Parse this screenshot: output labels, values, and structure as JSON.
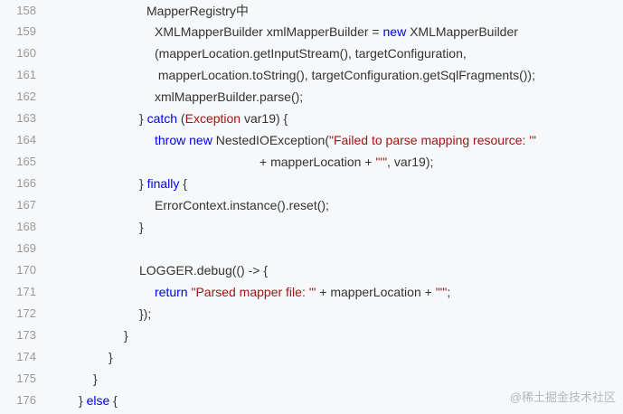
{
  "lines": [
    {
      "num": "158",
      "tokens": [
        {
          "type": "plain",
          "text": "MapperRegistry中"
        }
      ]
    },
    {
      "num": "159",
      "tokens": [
        {
          "type": "plain",
          "text": "XMLMapperBuilder xmlMapperBuilder = "
        },
        {
          "type": "kw",
          "text": "new"
        },
        {
          "type": "plain",
          "text": " XMLMapperBuilder"
        }
      ]
    },
    {
      "num": "160",
      "tokens": [
        {
          "type": "plain",
          "text": "(mapperLocation.getInputStream(), targetConfiguration,"
        }
      ]
    },
    {
      "num": "161",
      "tokens": [
        {
          "type": "plain",
          "text": " mapperLocation.toString(), targetConfiguration.getSqlFragments());"
        }
      ]
    },
    {
      "num": "162",
      "tokens": [
        {
          "type": "plain",
          "text": "xmlMapperBuilder.parse();"
        }
      ]
    },
    {
      "num": "163",
      "tokens": [
        {
          "type": "plain",
          "text": "} "
        },
        {
          "type": "kw",
          "text": "catch"
        },
        {
          "type": "plain",
          "text": " ("
        },
        {
          "type": "cls",
          "text": "Exception"
        },
        {
          "type": "plain",
          "text": " var19) {"
        }
      ]
    },
    {
      "num": "164",
      "tokens": [
        {
          "type": "kw",
          "text": "throw new"
        },
        {
          "type": "plain",
          "text": " NestedIOException("
        },
        {
          "type": "str",
          "text": "\"Failed to parse mapping resource: '\""
        }
      ]
    },
    {
      "num": "165",
      "tokens": [
        {
          "type": "plain",
          "text": "+ mapperLocation + "
        },
        {
          "type": "str",
          "text": "\"'\""
        },
        {
          "type": "plain",
          "text": ", var19);"
        }
      ]
    },
    {
      "num": "166",
      "tokens": [
        {
          "type": "plain",
          "text": "} "
        },
        {
          "type": "kw",
          "text": "finally"
        },
        {
          "type": "plain",
          "text": " {"
        }
      ]
    },
    {
      "num": "167",
      "tokens": [
        {
          "type": "plain",
          "text": "ErrorContext.instance().reset();"
        }
      ]
    },
    {
      "num": "168",
      "tokens": [
        {
          "type": "plain",
          "text": "}"
        }
      ]
    },
    {
      "num": "169",
      "tokens": []
    },
    {
      "num": "170",
      "tokens": [
        {
          "type": "plain",
          "text": "LOGGER.debug(() -> {"
        }
      ]
    },
    {
      "num": "171",
      "tokens": [
        {
          "type": "kw",
          "text": "return"
        },
        {
          "type": "plain",
          "text": " "
        },
        {
          "type": "str",
          "text": "\"Parsed mapper file: '\""
        },
        {
          "type": "plain",
          "text": " + mapperLocation + "
        },
        {
          "type": "str",
          "text": "\"'\""
        },
        {
          "type": "plain",
          "text": ";"
        }
      ]
    },
    {
      "num": "172",
      "tokens": [
        {
          "type": "plain",
          "text": "});"
        }
      ]
    },
    {
      "num": "173",
      "tokens": [
        {
          "type": "plain",
          "text": "}"
        }
      ]
    },
    {
      "num": "174",
      "tokens": [
        {
          "type": "plain",
          "text": "}"
        }
      ]
    },
    {
      "num": "175",
      "tokens": [
        {
          "type": "plain",
          "text": "}"
        }
      ]
    },
    {
      "num": "176",
      "tokens": [
        {
          "type": "plain",
          "text": "} "
        },
        {
          "type": "kw",
          "text": "else"
        },
        {
          "type": "plain",
          "text": " {"
        }
      ]
    }
  ],
  "watermark": "@稀土掘金技术社区",
  "colors": {
    "background": "#f6f8fa",
    "line_number": "#999999",
    "keyword": "#0000ff",
    "class_or_string": "#a31515",
    "text": "#333333"
  }
}
